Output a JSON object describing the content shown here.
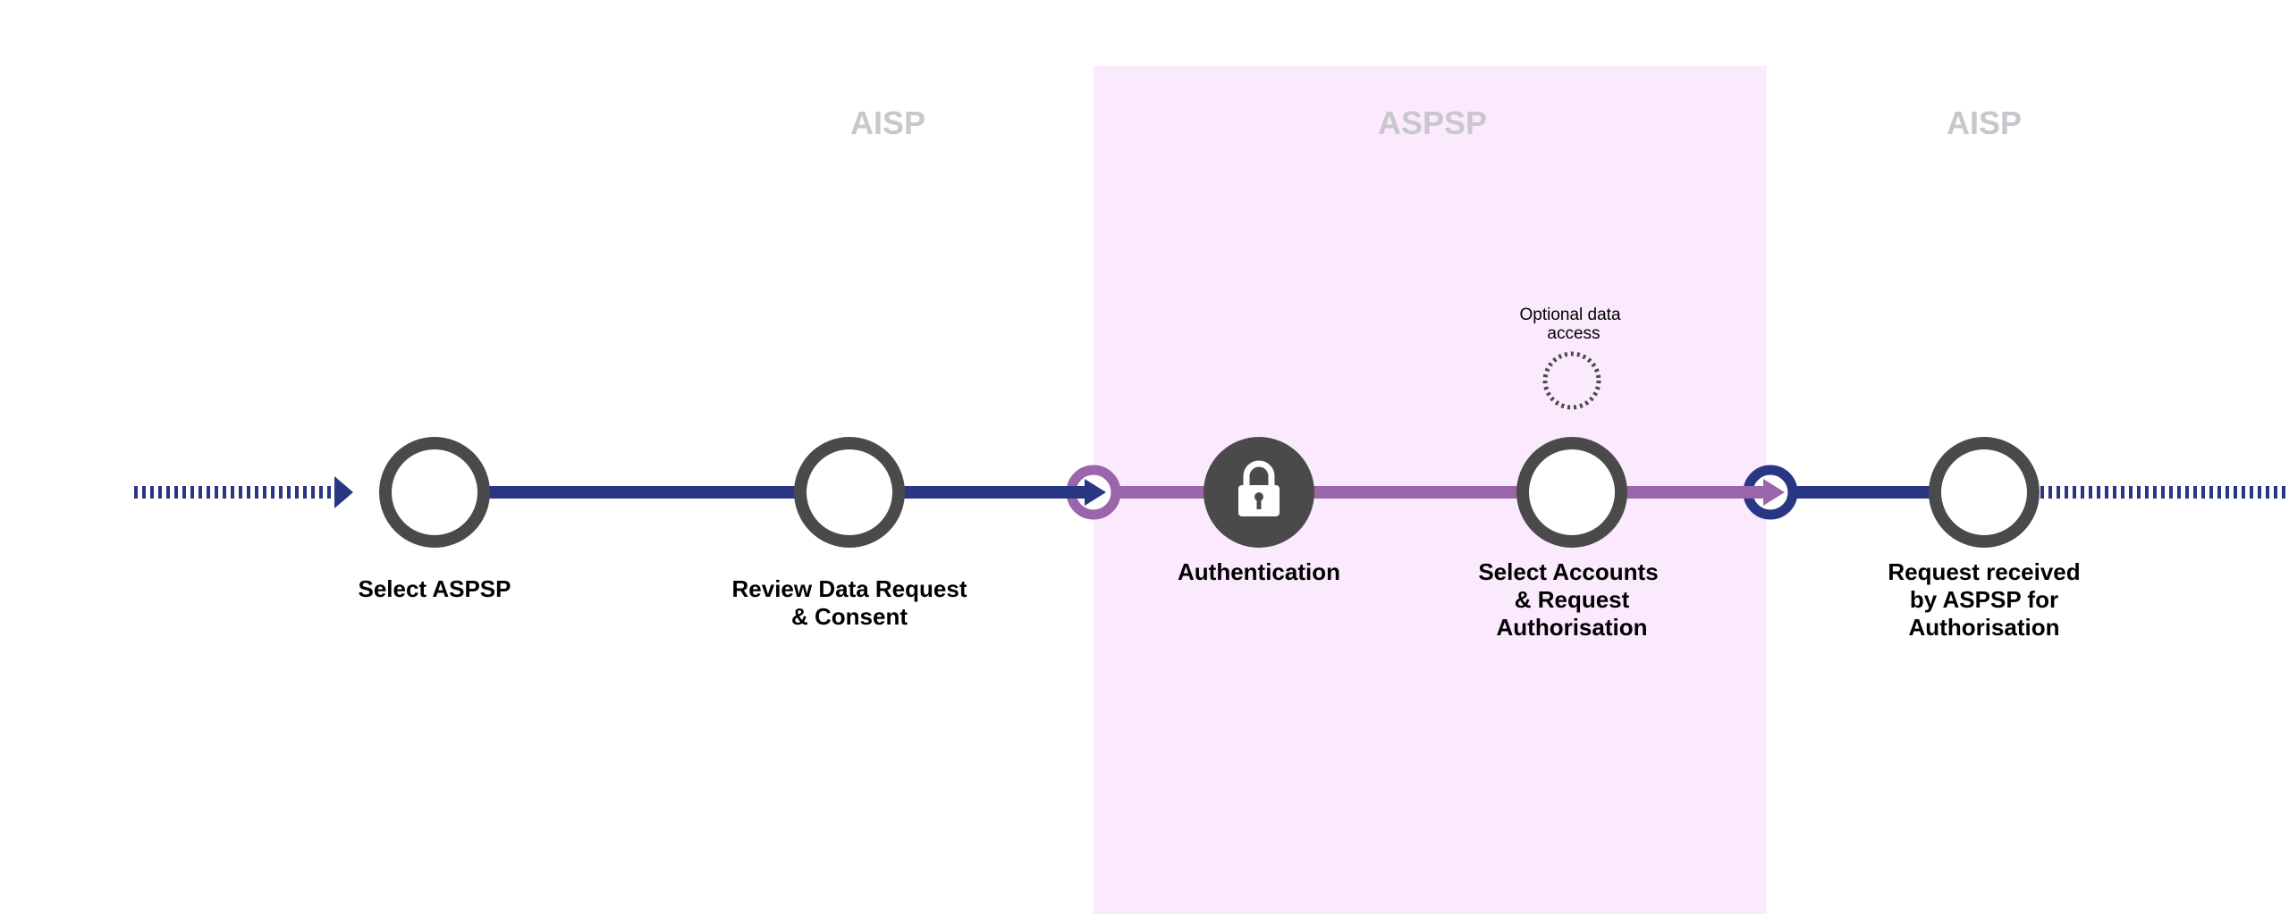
{
  "colors": {
    "zone_bg": "#fbeafd",
    "navy": "#283683",
    "purple": "#9a65ab",
    "node": "#4a4a4a",
    "zone_text": "#c9c6cc",
    "text": "#000000"
  },
  "zones": [
    {
      "label": "AISP"
    },
    {
      "label": "ASPSP"
    },
    {
      "label": "AISP"
    }
  ],
  "steps": [
    {
      "lines": [
        "Select ASPSP"
      ]
    },
    {
      "lines": [
        "Review Data Request",
        "& Consent"
      ]
    },
    {
      "lines": [
        "Authentication"
      ],
      "icon": "lock-icon"
    },
    {
      "lines": [
        "Select Accounts",
        "& Request",
        "Authorisation"
      ]
    },
    {
      "lines": [
        "Request received",
        "by ASPSP for",
        "Authorisation"
      ]
    }
  ],
  "optional": {
    "lines": [
      "Optional data",
      "access"
    ]
  }
}
